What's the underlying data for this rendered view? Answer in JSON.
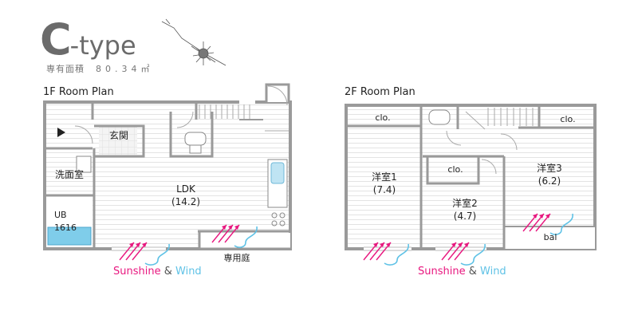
{
  "header": {
    "type_letter": "C",
    "type_rest": "-type",
    "area_label": "専有面積",
    "area_value": "80.34㎡"
  },
  "floor1": {
    "title": "1F Room Plan",
    "rooms": {
      "genkan": "玄関",
      "washroom": "洗面室",
      "ldk_name": "LDK",
      "ldk_size": "(14.2)",
      "ub_name": "UB",
      "ub_size": "1616",
      "garden": "専用庭"
    }
  },
  "floor2": {
    "title": "2F Room Plan",
    "rooms": {
      "clo_left": "clo.",
      "clo_right": "clo.",
      "clo_center": "clo.",
      "room1_name": "洋室1",
      "room1_size": "(7.4)",
      "room2_name": "洋室2",
      "room2_size": "(4.7)",
      "room3_name": "洋室3",
      "room3_size": "(6.2)",
      "balcony": "bal"
    }
  },
  "legend": {
    "sunshine": "Sunshine",
    "amp": "&",
    "wind": "Wind"
  },
  "colors": {
    "wall": "#9a9a9a",
    "floor_line": "#e3e3e3",
    "sun": "#e8177f",
    "wind": "#5fc2e6",
    "bath": "#7fcdea"
  }
}
